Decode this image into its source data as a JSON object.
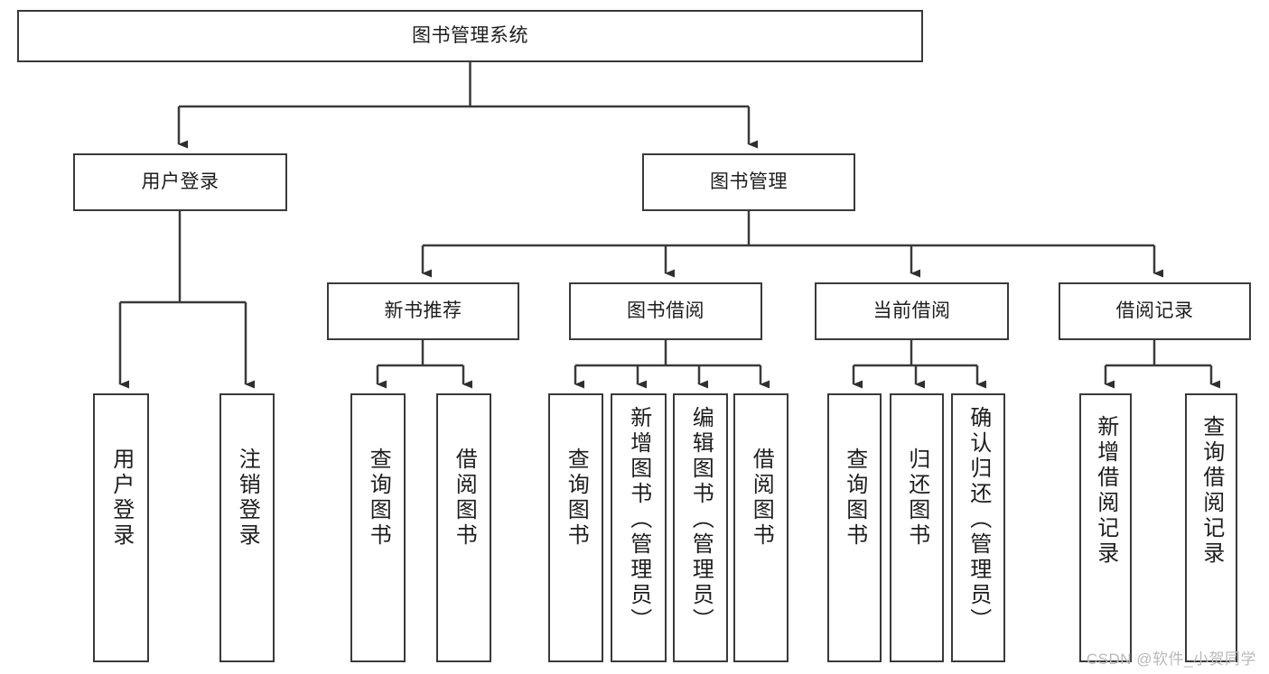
{
  "diagram": {
    "title": "图书管理系统",
    "type": "hierarchy-tree",
    "colors": {
      "stroke": "#3a3a3a",
      "fill": "#ffffff",
      "text": "#1d1d1d",
      "watermark": "#b9b9b9"
    },
    "root": {
      "label": "图书管理系统"
    },
    "level1": [
      {
        "label": "用户登录"
      },
      {
        "label": "图书管理"
      }
    ],
    "level2": [
      {
        "label": "新书推荐"
      },
      {
        "label": "图书借阅"
      },
      {
        "label": "当前借阅"
      },
      {
        "label": "借阅记录"
      }
    ],
    "leaves": {
      "user_login": [
        {
          "label": "用户登录"
        },
        {
          "label": "注销登录"
        }
      ],
      "new_book_recommend": [
        {
          "label": "查询图书"
        },
        {
          "label": "借阅图书"
        }
      ],
      "book_borrow": [
        {
          "label": "查询图书"
        },
        {
          "label": "新增图书（管理员）"
        },
        {
          "label": "编辑图书（管理员）"
        },
        {
          "label": "借阅图书"
        }
      ],
      "current_borrow": [
        {
          "label": "查询图书"
        },
        {
          "label": "归还图书"
        },
        {
          "label": "确认归还（管理员）"
        }
      ],
      "borrow_record": [
        {
          "label": "新增借阅记录"
        },
        {
          "label": "查询借阅记录"
        }
      ]
    },
    "watermark": "CSDN @软件_小贺同学"
  }
}
